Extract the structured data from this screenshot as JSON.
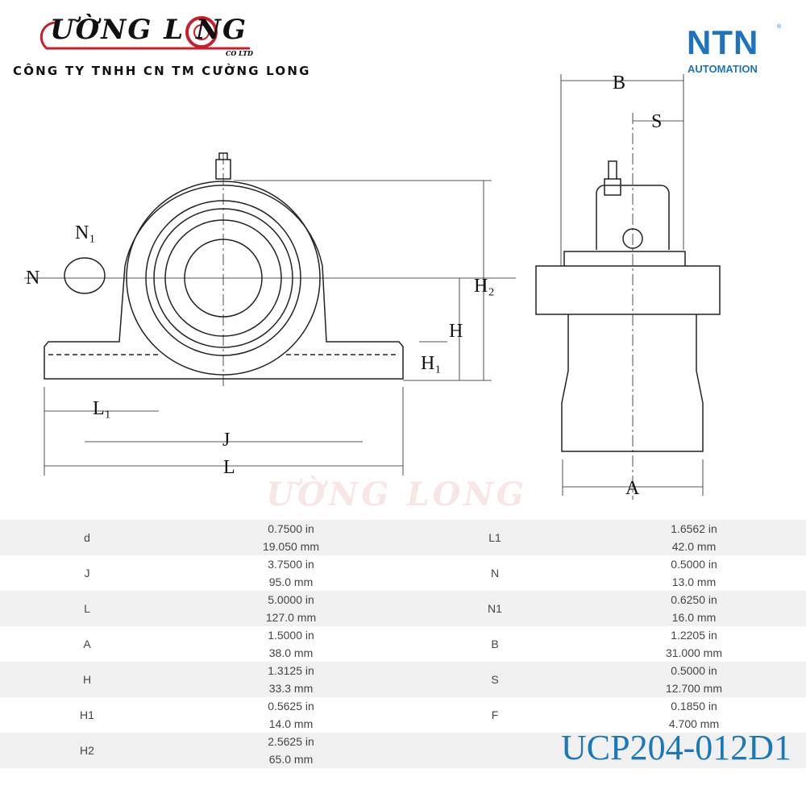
{
  "header": {
    "logo_text": "ƯỜNG L NG",
    "logo_sub": "CO LTD",
    "company": "CÔNG TY TNHH CN TM CƯỜNG LONG",
    "brand": "NTN",
    "brand_sub": "AUTOMATION",
    "brand_mark": "®"
  },
  "watermark": "ƯỜNG LONG",
  "diagram_labels": {
    "N1": "N₁",
    "N": "N",
    "H2": "H₂",
    "H": "H",
    "H1": "H₁",
    "L1": "L₁",
    "J": "J",
    "L": "L",
    "B": "B",
    "S": "S",
    "A": "A"
  },
  "specs": [
    {
      "k1": "d",
      "v1a": "0.7500 in",
      "v1b": "19.050 mm",
      "k2": "L1",
      "v2a": "1.6562 in",
      "v2b": "42.0 mm"
    },
    {
      "k1": "J",
      "v1a": "3.7500 in",
      "v1b": "95.0 mm",
      "k2": "N",
      "v2a": "0.5000 in",
      "v2b": "13.0 mm"
    },
    {
      "k1": "L",
      "v1a": "5.0000 in",
      "v1b": "127.0 mm",
      "k2": "N1",
      "v2a": "0.6250 in",
      "v2b": "16.0 mm"
    },
    {
      "k1": "A",
      "v1a": "1.5000 in",
      "v1b": "38.0 mm",
      "k2": "B",
      "v2a": "1.2205 in",
      "v2b": "31.000 mm"
    },
    {
      "k1": "H",
      "v1a": "1.3125 in",
      "v1b": "33.3 mm",
      "k2": "S",
      "v2a": "0.5000 in",
      "v2b": "12.700 mm"
    },
    {
      "k1": "H1",
      "v1a": "0.5625 in",
      "v1b": "14.0 mm",
      "k2": "F",
      "v2a": "0.1850 in",
      "v2b": "4.700 mm"
    },
    {
      "k1": "H2",
      "v1a": "2.5625 in",
      "v1b": "65.0 mm",
      "k2": "",
      "v2a": "",
      "v2b": ""
    }
  ],
  "model": "UCP204-012D1"
}
